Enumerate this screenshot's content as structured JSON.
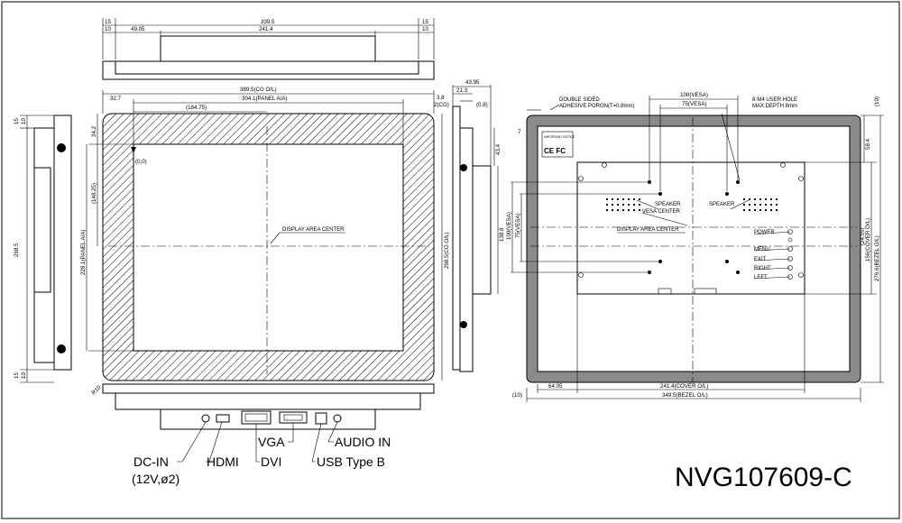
{
  "model": "NVG107609-C",
  "top_view": {
    "dims": [
      "15",
      "339.5",
      "15",
      "10",
      "49.05",
      "241.4",
      "10"
    ]
  },
  "front_view": {
    "dims": [
      "389.5(CG O/L)",
      "304.1(PANEL A/A)",
      "32.7",
      "(184.75)",
      "34.2",
      "(148.25)",
      "228.1(PANEL A/A)",
      "298.5(CG O/L)",
      "(0,0)",
      "R10"
    ],
    "center_label": "DISPLAY AREA CENTER"
  },
  "left_view": {
    "dims": [
      "15",
      "10",
      "268.5",
      "10",
      "15"
    ]
  },
  "side_view": {
    "dims": [
      "43.95",
      "3.8",
      "21.3",
      "2(CG)",
      "(0.8)",
      "43.4",
      "138.8"
    ]
  },
  "rear_view": {
    "dims": [
      "7",
      "100(VESA)",
      "75(VESA)",
      "(10)",
      "58.4",
      "100(VESA)",
      "75(VESA)",
      "(24.55)",
      "156(COVER O/L)",
      "276.6(BEZEL O/L)",
      "64.05",
      "241.4(COVER O/L)",
      "349.5(BEZEL O/L)",
      "(10)"
    ],
    "labels": {
      "adhesive": "DOUBLE SIDED",
      "adhesive2": "ADHESIVE PORON(T=0.8mm)",
      "user_hole": "8-M4 USER HOLE",
      "user_hole2": "MAX DEPTH 8mm",
      "speaker_left": "SPEAKER",
      "speaker_right": "SPEAKER",
      "vesa_center": "VESA CENTER",
      "display_center": "DISPLAY AREA CENTER",
      "power": "POWER",
      "menu": "MENU",
      "exit": "EXIT",
      "right": "RIGHT",
      "left": "LEFT",
      "warning": "IMPORTANT NOTICE",
      "cert": "CE FC"
    }
  },
  "connectors": {
    "dc_in": "DC-IN",
    "dc_spec": "(12V,ø2)",
    "hdmi": "HDMI",
    "dvi": "DVI",
    "vga": "VGA",
    "usb": "USB Type B",
    "audio": "AUDIO IN"
  }
}
